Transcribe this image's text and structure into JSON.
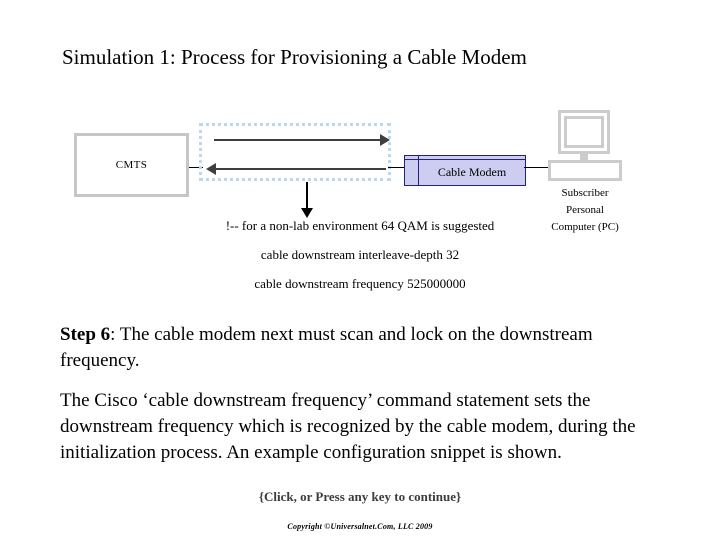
{
  "slide": {
    "title": "Simulation 1: Process for Provisioning a Cable Modem"
  },
  "diagram": {
    "cmts": {
      "label": "CMTS"
    },
    "hfc_region": {
      "label": ""
    },
    "arrows": {
      "downstream_label": "",
      "upstream_label": "",
      "down_label": ""
    },
    "cable_modem": {
      "label": "Cable Modem"
    },
    "pc": {
      "caption_line1": "Subscriber",
      "caption_line2": "Personal",
      "caption_line3": "Computer (PC)"
    }
  },
  "config": {
    "lines": [
      "!-- for a non-lab environment 64 QAM is suggested",
      "cable downstream interleave-depth 32",
      "cable downstream frequency 525000000"
    ]
  },
  "step": {
    "label": "Step 6",
    "text": ": The cable modem next must scan and lock on the downstream frequency."
  },
  "body": {
    "paragraph": "The Cisco ‘cable downstream frequency’ command statement sets the downstream frequency which is recognized by the cable modem, during the initialization process. An example configuration snippet is shown."
  },
  "footer": {
    "click_hint": "{Click, or Press any key to continue}",
    "copyright": "Copyright ©Universalnet.Com, LLC 2009"
  },
  "colors": {
    "cmts_border": "#c6c6c6",
    "hfc_dotted": "#bdd7ee",
    "cable_modem_fill": "#cccdf0",
    "cable_modem_border": "#22227a",
    "pc_gray": "#cccccc",
    "arrow": "#3f3f3f",
    "hint_text": "#3c3c3c"
  }
}
